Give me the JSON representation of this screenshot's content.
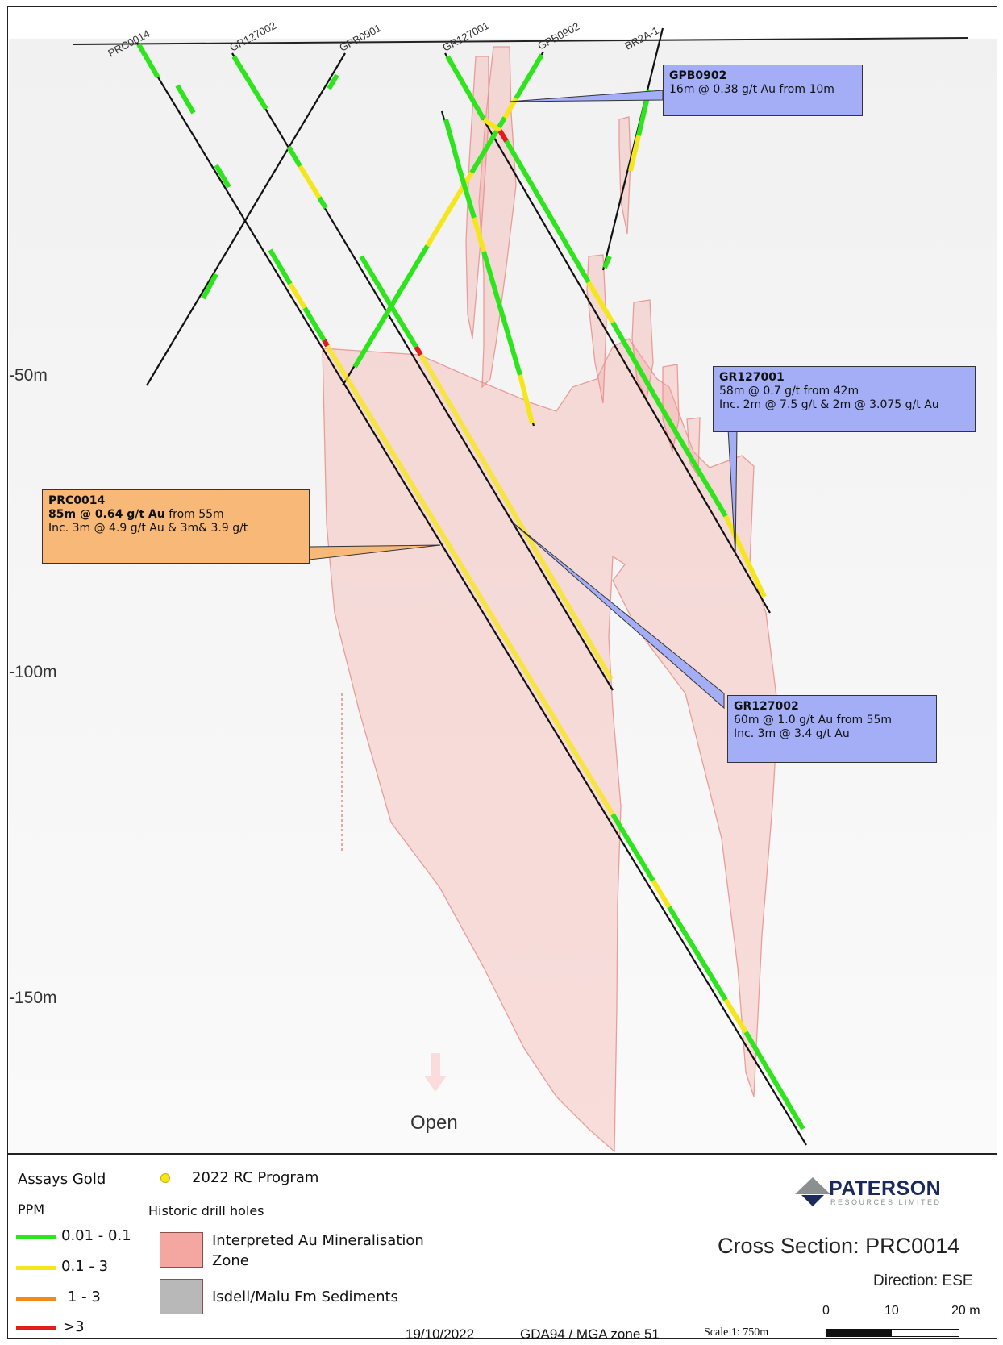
{
  "holes": [
    "PRC0014",
    "GR127002",
    "GPB0901",
    "GR127001",
    "GPB0902",
    "BR2A-1"
  ],
  "depth_labels": [
    "-50m",
    "-100m",
    "-150m"
  ],
  "open_label": "Open",
  "callouts": {
    "gpb0902": {
      "title": "GPB0902",
      "line1": "16m @ 0.38 g/t Au from 10m"
    },
    "gr127001": {
      "title": "GR127001",
      "line1": "58m @ 0.7 g/t from 42m",
      "line2": "Inc. 2m @ 7.5 g/t & 2m @ 3.075 g/t Au"
    },
    "prc0014": {
      "title": "PRC0014",
      "line1_bold": "85m @ 0.64 g/t Au",
      "line1_rest": " from 55m",
      "line2": "Inc. 3m @ 4.9 g/t Au & 3m& 3.9 g/t"
    },
    "gr127002": {
      "title": "GR127002",
      "line1": "60m @ 1.0 g/t Au from 55m",
      "line2": "Inc. 3m @ 3.4 g/t Au"
    }
  },
  "legend": {
    "assays_title": "Assays Gold",
    "ppm": "PPM",
    "program": "2022 RC Program",
    "historic": "Historic drill holes",
    "ranges": [
      {
        "label": "0.01 - 0.1",
        "color": "#2ee41c"
      },
      {
        "label": "0.1 - 3",
        "color": "#f5e61c"
      },
      {
        "label": "1 - 3",
        "color": "#f08a1c"
      },
      {
        "label": ">3",
        "color": "#e01c1c"
      }
    ],
    "zone_line1": "Interpreted Au Mineralisation",
    "zone_line2": "Zone",
    "sediments": "Isdell/Malu Fm Sediments"
  },
  "colors": {
    "mineral_zone": "#f4a6a0",
    "sediments": "#b8b8b8",
    "callout_blue": "#a4aef7",
    "callout_orange": "#f8b877"
  },
  "logo": {
    "name": "PATERSON",
    "sub": "RESOURCES LIMITED"
  },
  "title": "Cross Section: PRC0014",
  "direction": "Direction: ESE",
  "scale_bar": {
    "ticks": [
      "0",
      "10",
      "20 m"
    ],
    "scale": "Scale 1: 750m"
  },
  "date": "19/10/2022",
  "projection": "GDA94 / MGA zone 51"
}
